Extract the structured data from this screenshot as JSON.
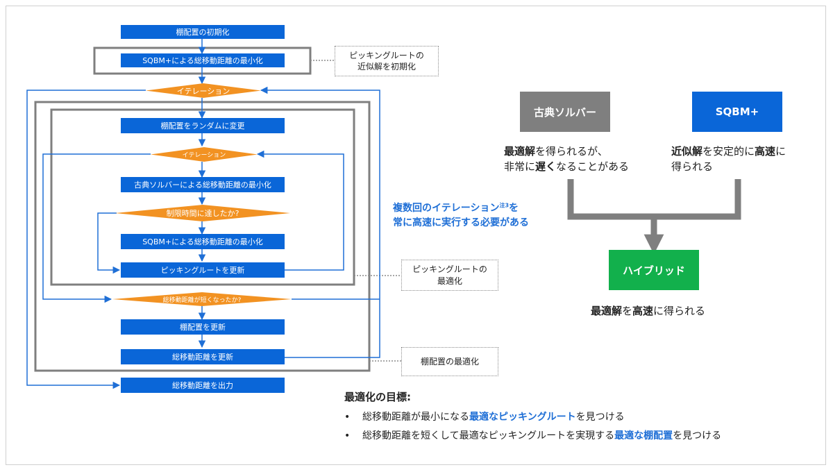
{
  "flow": {
    "init_layout": "棚配置の初期化",
    "sqbm_init": "SQBM+による総移動距離の最小化",
    "outer_iteration": "イテレーション",
    "random_change": "棚配置をランダムに変更",
    "inner_iteration": "イテレーション",
    "classic_min": "古典ソルバーによる総移動距離の最小化",
    "time_limit": "制限時間に達したか?",
    "sqbm_min": "SQBM+による総移動距離の最小化",
    "update_route": "ピッキングルートを更新",
    "shorter_check": "総移動距離が短くなったか?",
    "update_layout": "棚配置を更新",
    "update_distance": "総移動距離を更新",
    "output_distance": "総移動距離を出力"
  },
  "notes": {
    "route_init_line1": "ピッキングルートの",
    "route_init_line2": "近似解を初期化",
    "route_opt_line1": "ピッキングルートの",
    "route_opt_line2": "最適化",
    "layout_opt": "棚配置の最適化",
    "iteration_line1_prefix": "複数回のイテレーション",
    "iteration_footnote": "注3",
    "iteration_line1_suffix": "を",
    "iteration_line2": "常に高速に実行する必要がある"
  },
  "right": {
    "classic_label": "古典ソルバー",
    "sqbm_label": "SQBM+",
    "hybrid_label": "ハイブリッド",
    "classic_desc": {
      "a": "最適解",
      "b": "を得られるが、",
      "c": "非常に",
      "d": "遅く",
      "e": "なることがある"
    },
    "sqbm_desc": {
      "a": "近似解",
      "b": "を安定的に",
      "c": "高速",
      "d": "に",
      "e": "得られる"
    },
    "hybrid_desc": {
      "a": "最適解",
      "b": "を",
      "c": "高速",
      "d": "に得られる"
    }
  },
  "goals": {
    "title": "最適化の目標:",
    "bullet": "•",
    "b1_pre": "総移動距離が最小になる",
    "b1_hl": "最適なピッキングルート",
    "b1_post": "を見つける",
    "b2_pre": "総移動距離を短くして最適なピッキングルートを実現する",
    "b2_hl": "最適な棚配置",
    "b2_post": "を見つける"
  },
  "colors": {
    "process_blue": "#0a66d8",
    "decision_orange": "#f29222",
    "arrow_blue": "#1f6fd6",
    "classic_gray": "#7f7f7f",
    "sqbm_blue": "#0a66d8",
    "hybrid_green": "#12b04c",
    "text_highlight": "#1f6fd6"
  }
}
